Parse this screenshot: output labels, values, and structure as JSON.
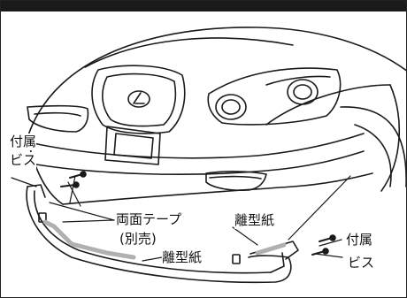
{
  "labels": {
    "supplied_left": "付属",
    "screws_left": "ビス",
    "double_sided_tape": "両面テープ",
    "sold_separately": "(別売)",
    "release_paper_right": "離型紙",
    "release_paper_bottom": "離型紙",
    "supplied_right": "付属",
    "screws_right": "ビス"
  },
  "colors": {
    "ink": "#1a1a1a",
    "paper": "#ffffff",
    "tape": "#b0b0b0"
  },
  "icons": [
    "lexus-emblem-icon",
    "screw-icon",
    "clip-icon"
  ]
}
